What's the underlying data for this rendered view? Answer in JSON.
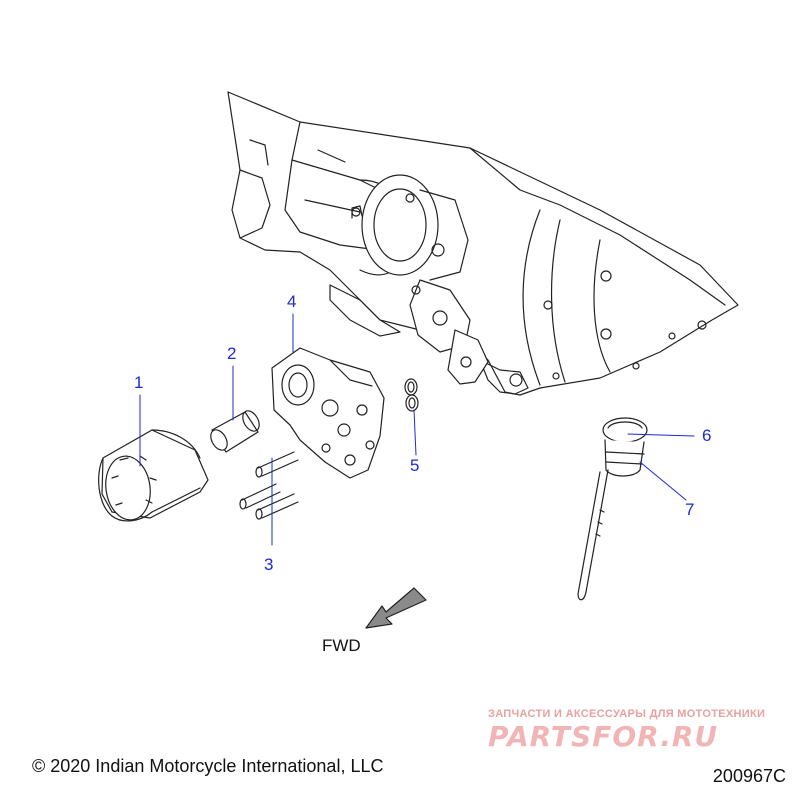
{
  "callouts": [
    {
      "label": "1"
    },
    {
      "label": "2"
    },
    {
      "label": "3"
    },
    {
      "label": "4"
    },
    {
      "label": "5"
    },
    {
      "label": "6"
    },
    {
      "label": "7"
    }
  ],
  "direction_label": "FWD",
  "copyright": "© 2020 Indian Motorcycle International, LLC",
  "diagram_id": "200967C",
  "watermark": {
    "tagline": "ЗАПЧАСТИ И АКСЕССУАРЫ ДЛЯ МОТОТЕХНИКИ",
    "brand": "PARTSFOR.RU"
  },
  "colors": {
    "callout": "#1a2bd6",
    "line_art": "#222222",
    "arrow_fill": "#8a8a8a",
    "watermark": "#f2b5b5"
  }
}
